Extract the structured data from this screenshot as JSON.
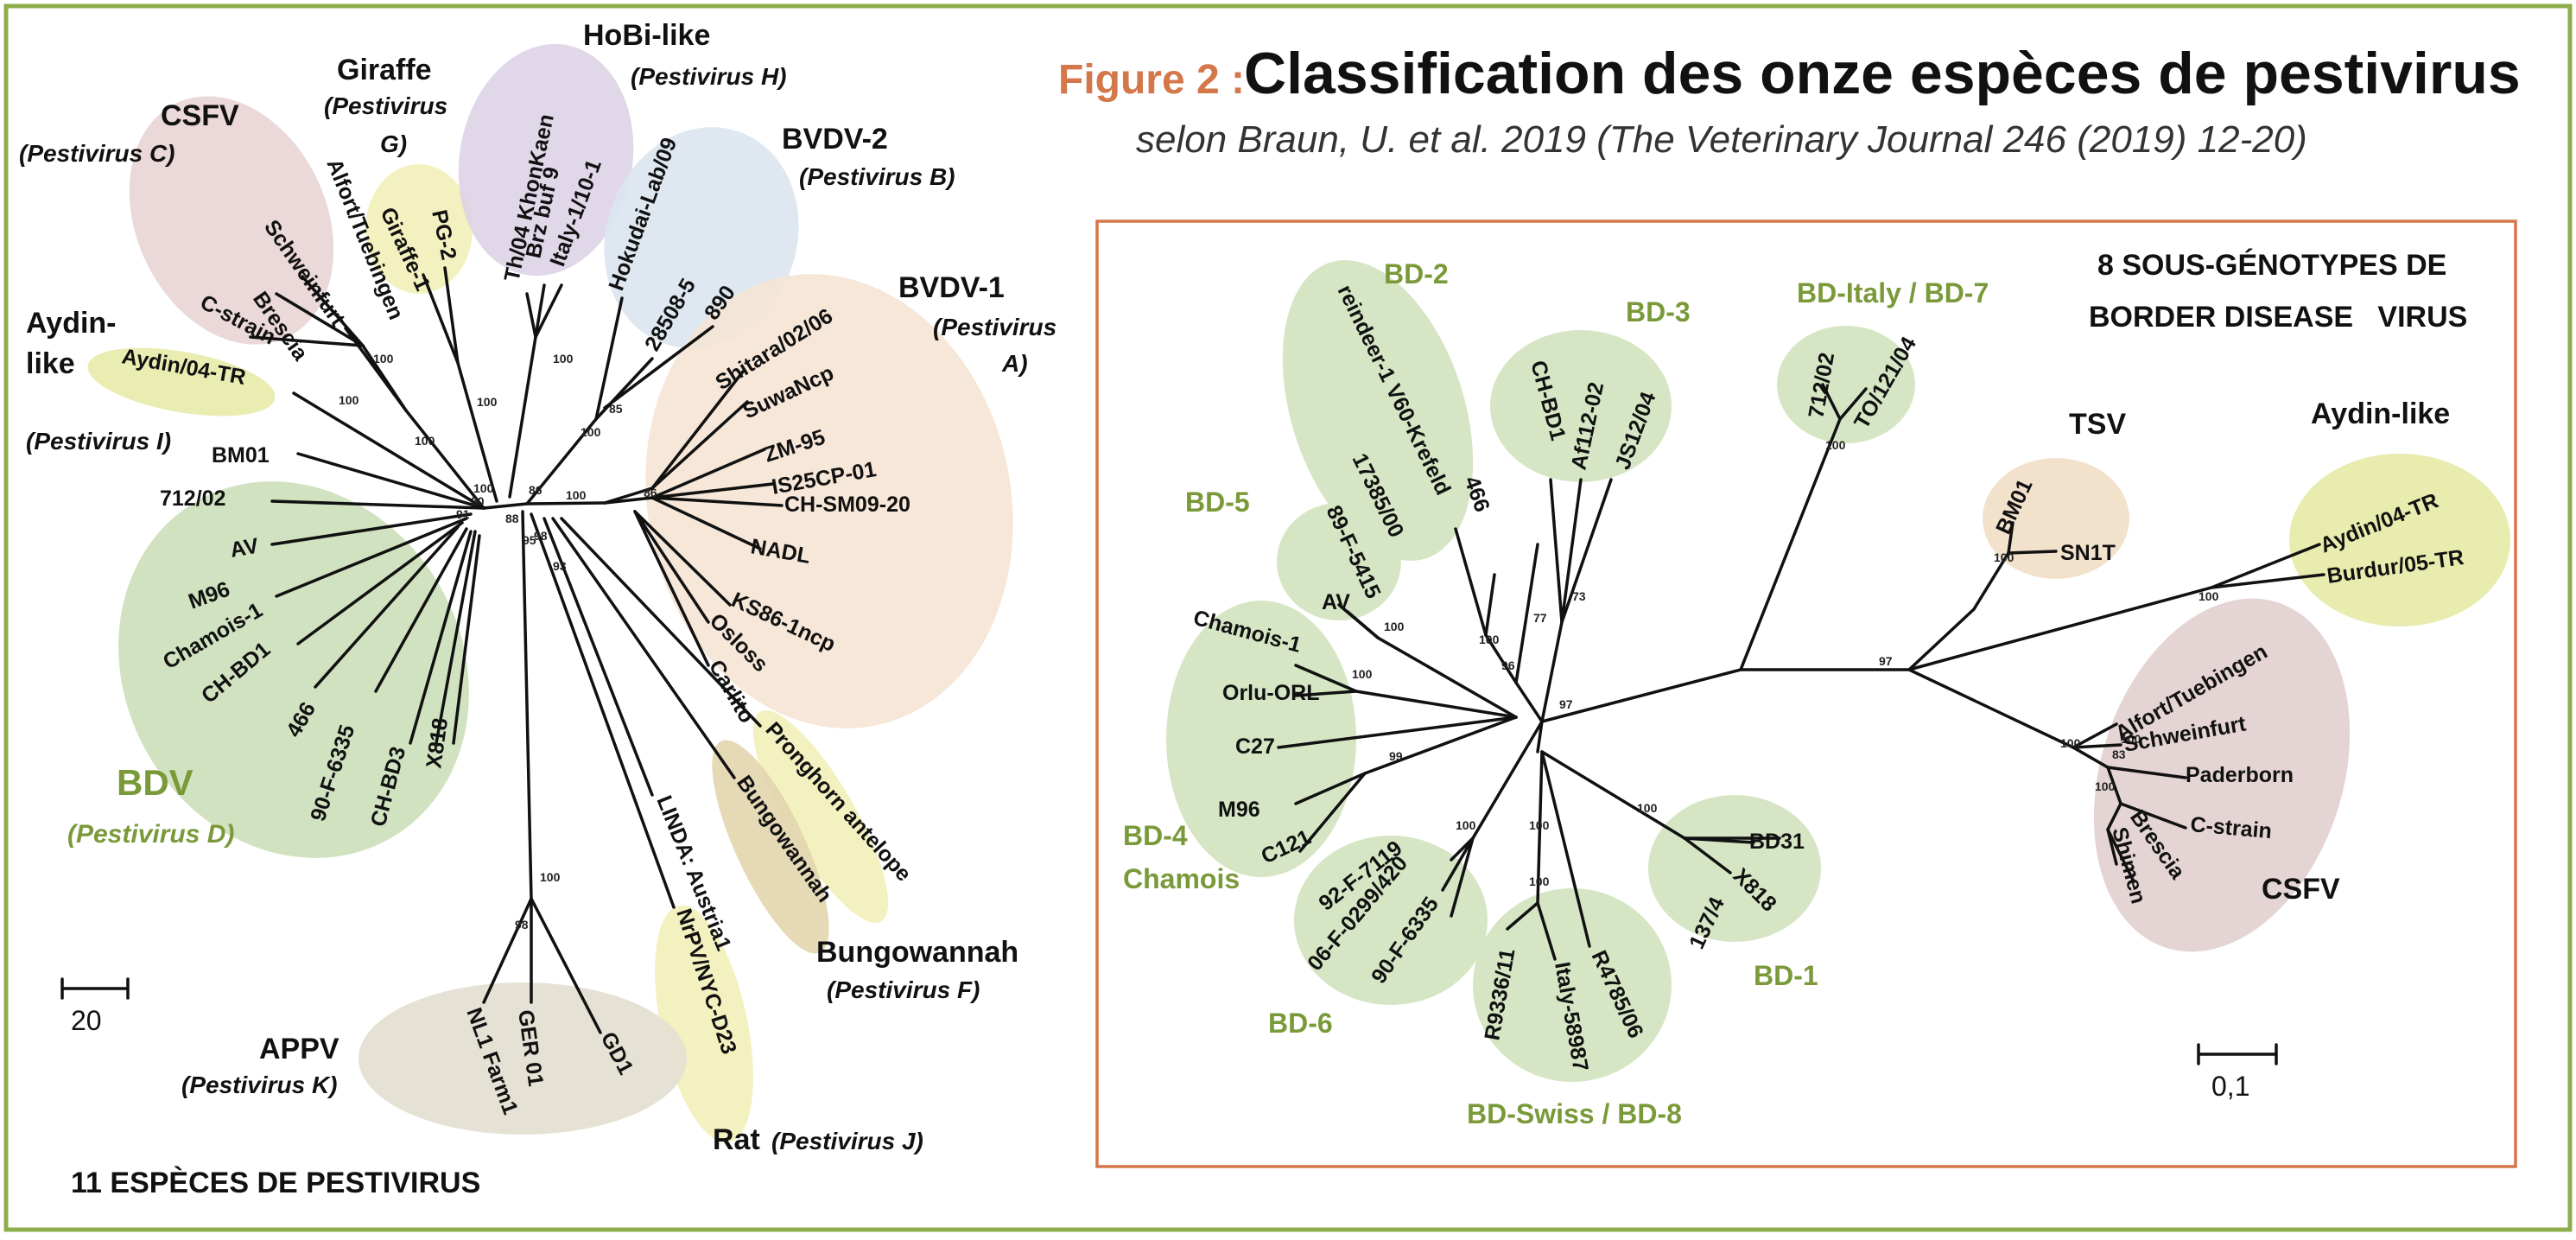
{
  "header": {
    "figure_prefix": "Figure 2 :",
    "figure_title": "Classification des onze espèces de pestivirus",
    "subtitle": "selon Braun, U. et al. 2019 (The Veterinary Journal 246 (2019) 12-20)"
  },
  "colors": {
    "frame": "#8eae4c",
    "box": "#d4774a",
    "figure_prefix": "#d4774a",
    "bd_label": "#7a9a3a"
  },
  "left_tree": {
    "footer": "11 ESPÈCES DE PESTIVIRUS",
    "scale_label": "20",
    "groups": [
      {
        "name": "CSFV",
        "species": "(Pestivirus C)"
      },
      {
        "name": "Giraffe",
        "species_line1": "(Pestivirus",
        "species_line2": "G)"
      },
      {
        "name": "HoBi-like",
        "species": "(Pestivirus H)"
      },
      {
        "name": "BVDV-2",
        "species": "(Pestivirus B)"
      },
      {
        "name": "BVDV-1",
        "species_line1": "(Pestivirus",
        "species_line2": "A)"
      },
      {
        "name_line1": "Aydin-",
        "name_line2": "like",
        "species": "(Pestivirus I)"
      },
      {
        "name": "BDV",
        "species": "(Pestivirus D)"
      },
      {
        "name": "Bungowannah",
        "species": "(Pestivirus F)"
      },
      {
        "name": "APPV",
        "species": "(Pestivirus K)"
      },
      {
        "name": "Rat",
        "species": "(Pestivirus J)"
      }
    ],
    "leaves": [
      "C-strain",
      "Brescia",
      "Schweinfurt",
      "Alfort/Tuebingen",
      "Giraffe-1",
      "PG-2",
      "Th/04 KhonKaen",
      "Brz buf 9",
      "Italy-1/10-1",
      "Hokudai-Lab/09",
      "28508-5",
      "890",
      "Shitara/02/06",
      "SuwaNcp",
      "ZM-95",
      "IS25CP-01",
      "CH-SM09-20",
      "NADL",
      "KS86-1ncp",
      "Osloss",
      "Carlito",
      "Aydin/04-TR",
      "BM01",
      "712/02",
      "AV",
      "M96",
      "Chamois-1",
      "CH-BD1",
      "466",
      "90-F-6335",
      "CH-BD3",
      "X818",
      "Pronghorn antelope",
      "Bungowannah",
      "LINDA: Austria1",
      "NrPV/NYC-D23",
      "NL1 Farm1",
      "GER 01",
      "GD1"
    ],
    "bootstrap": [
      "100",
      "100",
      "100",
      "100",
      "100",
      "100",
      "85",
      "100",
      "100",
      "86",
      "88",
      "98",
      "93",
      "91",
      "95",
      "80",
      "86",
      "100",
      "98"
    ]
  },
  "right_tree": {
    "title_line1": "8 SOUS-GÉNOTYPES DE",
    "title_line2": "BORDER DISEASE   VIRUS",
    "scale_label": "0,1",
    "subgenotypes": [
      "BD-2",
      "BD-3",
      "BD-Italy / BD-7",
      "BD-5",
      "BD-4",
      "Chamois",
      "BD-6",
      "BD-Swiss / BD-8",
      "BD-1"
    ],
    "outgroups": [
      "TSV",
      "Aydin-like",
      "CSFV"
    ],
    "leaves": [
      "reindeer-1 V60-Krefeld",
      "17385/00",
      "466",
      "CH-BD1",
      "Af112-02",
      "JS12/04",
      "712/02",
      "TO/121/04",
      "89-F-5415",
      "AV",
      "Chamois-1",
      "Orlu-ORL",
      "C27",
      "M96",
      "C121",
      "92-F-7119",
      "06-F-0299/420",
      "90-F-6335",
      "R9336/11",
      "Italy-58987",
      "R4785/06",
      "137/4",
      "X818",
      "BD31",
      "BM01",
      "SN1T",
      "Aydin/04-TR",
      "Burdur/05-TR",
      "Alfort/Tuebingen",
      "Schweinfurt",
      "Paderborn",
      "C-strain",
      "Brescia",
      "Shimen"
    ],
    "bootstrap": [
      "100",
      "96",
      "77",
      "73",
      "100",
      "100",
      "100",
      "99",
      "100",
      "100",
      "100",
      "100",
      "97",
      "97",
      "100",
      "100",
      "100",
      "100",
      "83",
      "100"
    ]
  }
}
